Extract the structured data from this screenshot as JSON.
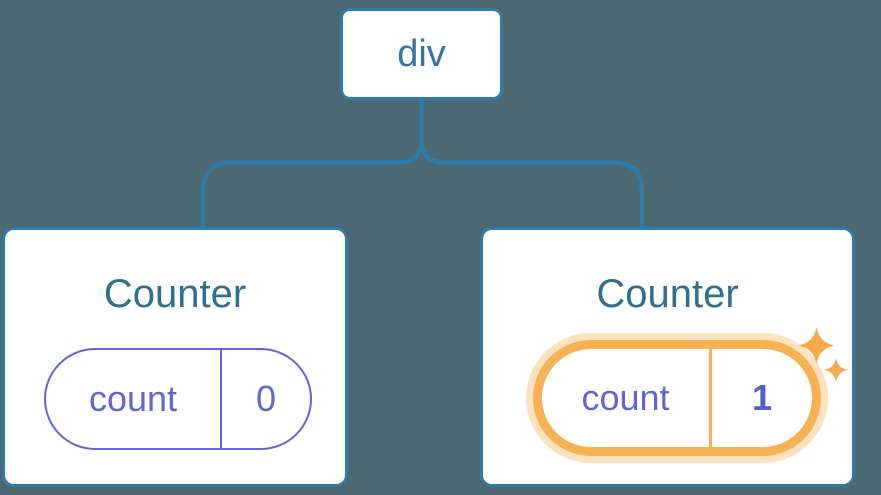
{
  "background": "#4c6971",
  "palette": {
    "node_blue": "#2e7cab",
    "root_label_color": "#36749f",
    "title_color": "#2f7090",
    "state_purple": "#6166d4",
    "state_value_bold": "#555bd0",
    "highlight_orange": "#f6b254",
    "highlight_halo": "rgba(246,178,84,0.38)",
    "sparkle_orange": "#f4ab4e"
  },
  "icons": {
    "sparkle_icon": "✦"
  },
  "tree": {
    "root": {
      "label": "div"
    },
    "children": [
      {
        "title": "Counter",
        "highlighted": false,
        "state": {
          "key": "count",
          "value": "0"
        }
      },
      {
        "title": "Counter",
        "highlighted": true,
        "state": {
          "key": "count",
          "value": "1"
        }
      }
    ]
  }
}
